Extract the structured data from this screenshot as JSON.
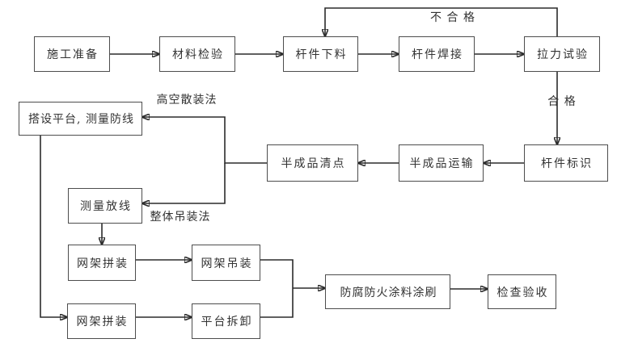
{
  "diagram": {
    "type": "flowchart",
    "nodes": [
      {
        "label": "施工准备"
      },
      {
        "label": "材料检验"
      },
      {
        "label": "杆件下料"
      },
      {
        "label": "杆件焊接"
      },
      {
        "label": "拉力试验"
      },
      {
        "label": "杆件标识"
      },
      {
        "label": "半成品运输"
      },
      {
        "label": "半成品清点"
      },
      {
        "label": "搭设平台, 测量防线"
      },
      {
        "label": "测量放线"
      },
      {
        "label": "网架拼装"
      },
      {
        "label": "网架吊装"
      },
      {
        "label": "网架拼装"
      },
      {
        "label": "平台拆卸"
      },
      {
        "label": "防腐防火涂料涂刷"
      },
      {
        "label": "检查验收"
      }
    ],
    "edge_labels": [
      {
        "text": "不 合 格"
      },
      {
        "text": "合 格"
      },
      {
        "text": "高空散装法"
      },
      {
        "text": "整体吊装法"
      }
    ],
    "colors": {
      "line": "#2b2b2b",
      "box_border": "#4d4d4d",
      "text": "#333333",
      "background": "#ffffff"
    }
  }
}
